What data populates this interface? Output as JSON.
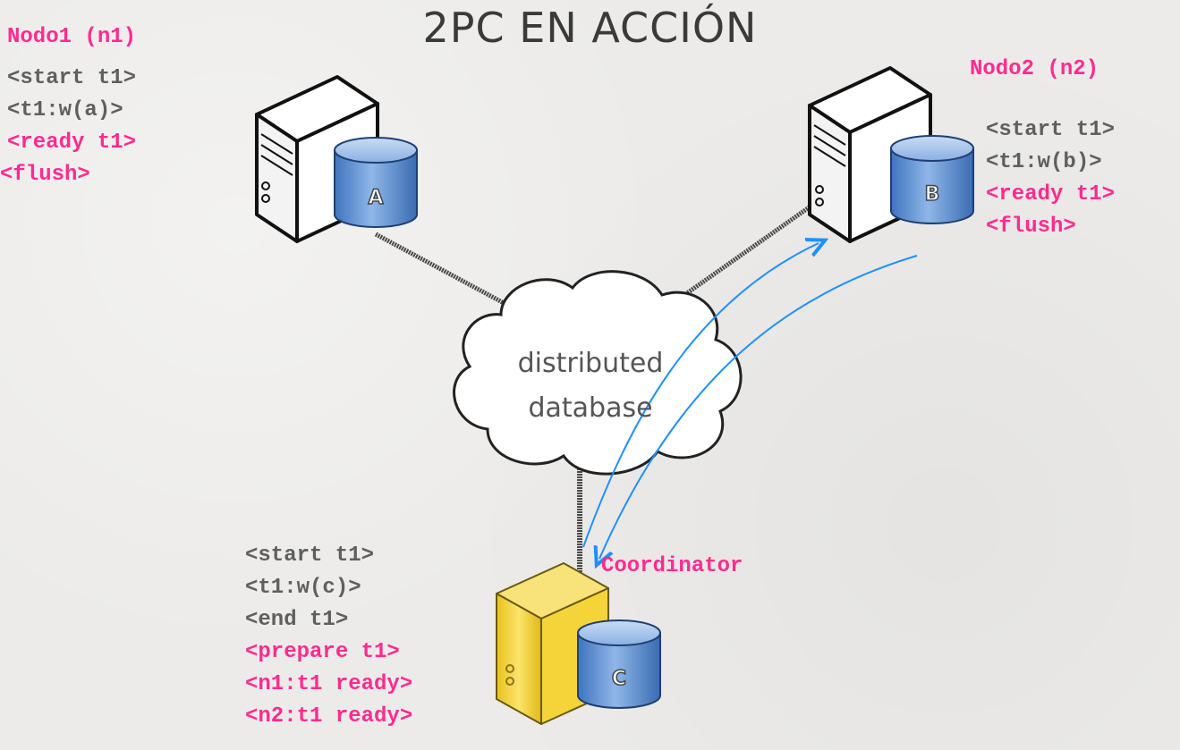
{
  "title": "2PC EN ACCIÓN",
  "cloud": {
    "line1": "distributed",
    "line2": "database"
  },
  "node1": {
    "label": "Nodo1 (n1)",
    "db_letter": "A",
    "log": [
      "<start t1>",
      "<t1:w(a)>",
      "<ready t1>",
      "<flush>"
    ]
  },
  "node2": {
    "label": "Nodo2 (n2)",
    "db_letter": "B",
    "log": [
      "<start t1>",
      "<t1:w(b)>",
      "<ready t1>",
      "<flush>"
    ]
  },
  "coordinator": {
    "label": "Coordinator",
    "db_letter": "C",
    "log": [
      "<start t1>",
      "<t1:w(c)>",
      "<end t1>",
      "<prepare t1>",
      "<n1:t1 ready>",
      "<n2:t1 ready>"
    ]
  },
  "colors": {
    "log_gray": "#5f5f5f",
    "log_pink": "#ff2b8f",
    "arrow_blue": "#1e90ff",
    "server_white": "#ffffff",
    "server_yellow": "#f5d43a",
    "db_blue": "#5b8fd0"
  }
}
